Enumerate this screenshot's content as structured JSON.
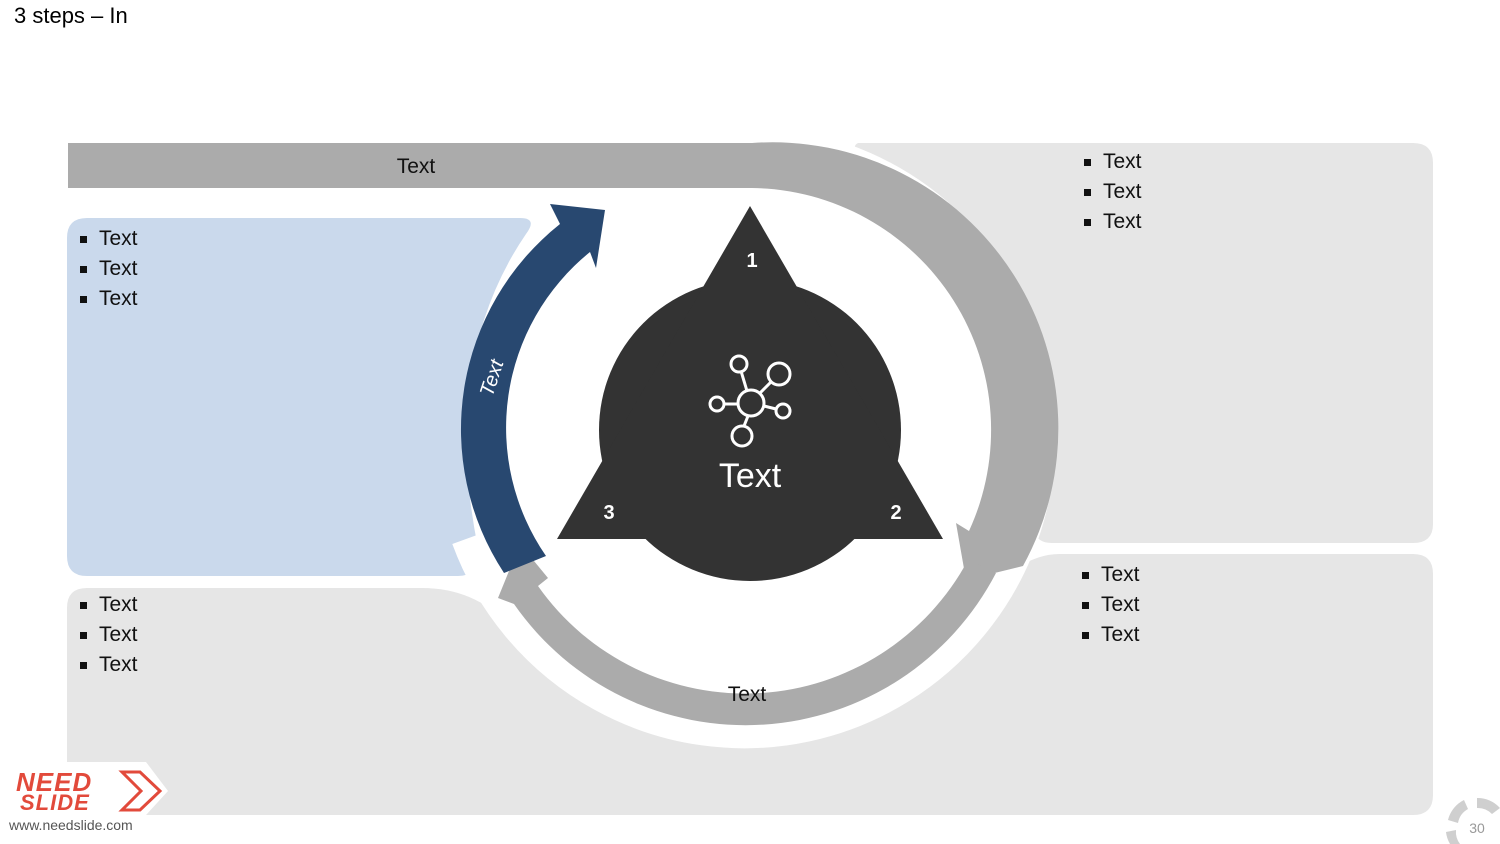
{
  "title": "3 steps – In",
  "top_band_label": "Text",
  "bottom_arc_label": "Text",
  "left_arrow_label": "Text",
  "center_label": "Text",
  "center_icon": "network-hub-icon",
  "step_numbers": {
    "one": "1",
    "two": "2",
    "three": "3"
  },
  "panels": {
    "left_blue": [
      "Text",
      "Text",
      "Text"
    ],
    "top_right": [
      "Text",
      "Text",
      "Text"
    ],
    "bottom_right": [
      "Text",
      "Text",
      "Text"
    ],
    "bottom_left": [
      "Text",
      "Text",
      "Text"
    ]
  },
  "logo": {
    "line1": "NEED",
    "line2": "SLIDE",
    "url": "www.needslide.com"
  },
  "page_number": "30",
  "colors": {
    "gray_arrow": "#ababab",
    "panel_gray": "#e6e6e6",
    "panel_blue": "#cad9ec",
    "navy_arrow": "#284870",
    "center_dark": "#333333",
    "logo_red": "#e24a3b"
  }
}
